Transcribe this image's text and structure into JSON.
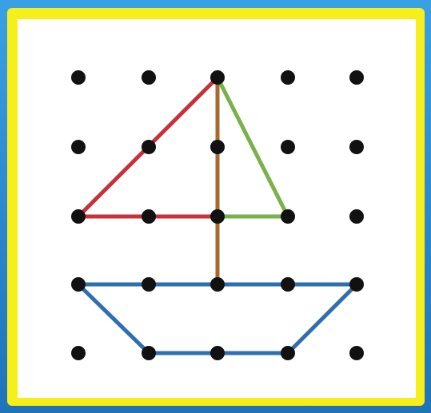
{
  "colors": {
    "background": "#2b86cf",
    "frame": "#f7ef1c",
    "board": "#ffffff",
    "peg": "#111111",
    "red_band": "#c8303a",
    "green_band": "#79b248",
    "brown_band": "#a86a2c",
    "blue_band": "#2e6fb0"
  },
  "geoboard": {
    "columns": 5,
    "rows": 5,
    "bands": [
      {
        "name": "red-sail-band",
        "color": "#c8303a",
        "closed": true,
        "points": [
          [
            2,
            0
          ],
          [
            0,
            2
          ],
          [
            2,
            2
          ]
        ]
      },
      {
        "name": "green-sail-band",
        "color": "#79b248",
        "closed": true,
        "points": [
          [
            2,
            0
          ],
          [
            3,
            2
          ],
          [
            2,
            2
          ]
        ]
      },
      {
        "name": "brown-mast-band",
        "color": "#a86a2c",
        "closed": false,
        "points": [
          [
            2,
            0
          ],
          [
            2,
            3
          ]
        ]
      },
      {
        "name": "blue-hull-band",
        "color": "#2e6fb0",
        "closed": true,
        "points": [
          [
            0,
            3
          ],
          [
            4,
            3
          ],
          [
            3,
            4
          ],
          [
            1,
            4
          ]
        ]
      }
    ]
  }
}
